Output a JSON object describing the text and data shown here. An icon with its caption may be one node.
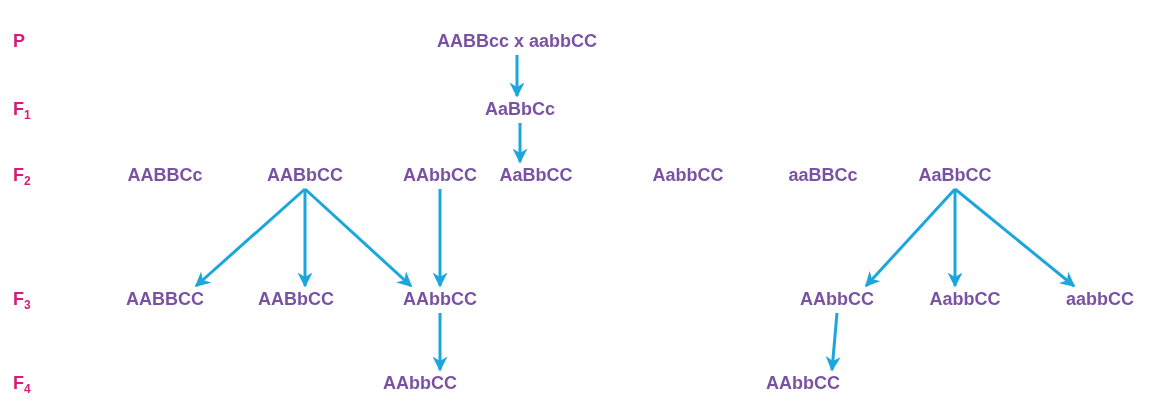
{
  "diagram": {
    "nodes": [
      {
        "text": [
          "AABBcc x aabbCC"
        ]
      },
      {
        "text": [
          "AaBbCc"
        ]
      },
      {
        "text": [
          "AABBCc"
        ]
      },
      {
        "text": [
          "AABbCC"
        ]
      },
      {
        "text": [
          "AAbbCC"
        ]
      },
      {
        "text": [
          "AaBbCC"
        ]
      },
      {
        "text": [
          "AabbCC"
        ]
      },
      {
        "text": [
          "aaBBCc"
        ]
      },
      {
        "text": [
          "AaBbCC"
        ]
      },
      {
        "text": [
          "AABBCC"
        ]
      },
      {
        "text": [
          "AABbCC"
        ]
      },
      {
        "text": [
          "AAbbCC"
        ]
      },
      {
        "text": [
          "AAbbCC"
        ]
      },
      {
        "text": [
          "AabbCC"
        ]
      },
      {
        "text": [
          "aabbCC"
        ]
      },
      {
        "text": [
          "AAbbCC"
        ]
      },
      {
        "text": [
          "AAbbCC"
        ]
      }
    ],
    "edges": [
      {
        "from": 0,
        "to": 1,
        "arrow": "to"
      },
      {
        "from": 1,
        "to": 5,
        "arrow": "to"
      },
      {
        "from": 3,
        "to": 9,
        "arrow": "to"
      },
      {
        "from": 3,
        "to": 10,
        "arrow": "to"
      },
      {
        "from": 3,
        "to": 11,
        "arrow": "to"
      },
      {
        "from": 4,
        "to": 11,
        "arrow": "to"
      },
      {
        "from": 8,
        "to": 12,
        "arrow": "to"
      },
      {
        "from": 8,
        "to": 13,
        "arrow": "to"
      },
      {
        "from": 8,
        "to": 14,
        "arrow": "to"
      },
      {
        "from": 11,
        "to": 15,
        "arrow": "to"
      },
      {
        "from": 12,
        "to": 16,
        "arrow": "to"
      }
    ],
    "labels": [
      "P",
      "F$_{1}$",
      "F$_{2}$",
      "F$_{3}$",
      "F$_{4}$"
    ]
  }
}
